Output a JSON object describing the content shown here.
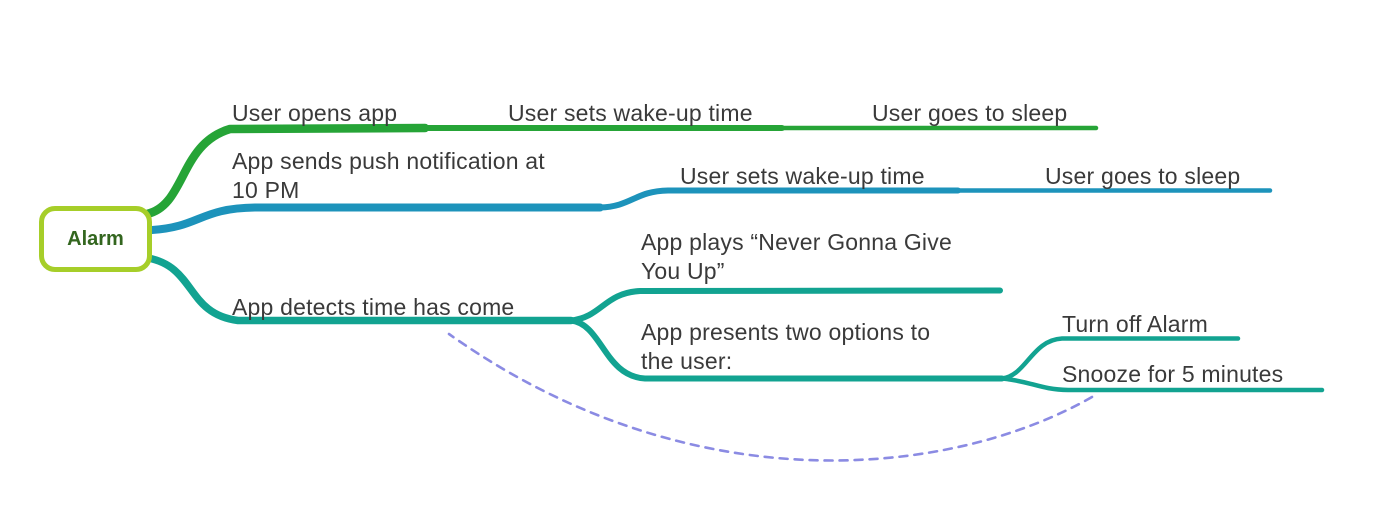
{
  "root": {
    "label": "Alarm"
  },
  "colors": {
    "root_border": "#a6ce29",
    "root_text": "#33661f",
    "label_text": "#3a3a3a",
    "branch_green": "#26a437",
    "branch_blue": "#1d93bb",
    "branch_teal": "#12a391",
    "relationship_arrow": "#8b8be3",
    "background": "#ffffff"
  },
  "branches": [
    {
      "label": "User opens app",
      "children": [
        {
          "label": "User sets wake-up time",
          "children": [
            {
              "label": "User goes to sleep"
            }
          ]
        }
      ]
    },
    {
      "label": "App sends push notification at\n10 PM",
      "children": [
        {
          "label": "User sets wake-up time",
          "children": [
            {
              "label": "User goes to sleep"
            }
          ]
        }
      ]
    },
    {
      "label": "App detects time has come",
      "children": [
        {
          "label": "App plays “Never Gonna Give\nYou Up”"
        },
        {
          "label": "App presents two options to\nthe user:",
          "children": [
            {
              "label": "Turn off Alarm"
            },
            {
              "label": "Snooze for 5 minutes"
            }
          ]
        }
      ]
    }
  ],
  "relationship": {
    "style": "dashed-curved-arrow",
    "from": "Snooze for 5 minutes",
    "to": "App detects time has come"
  }
}
